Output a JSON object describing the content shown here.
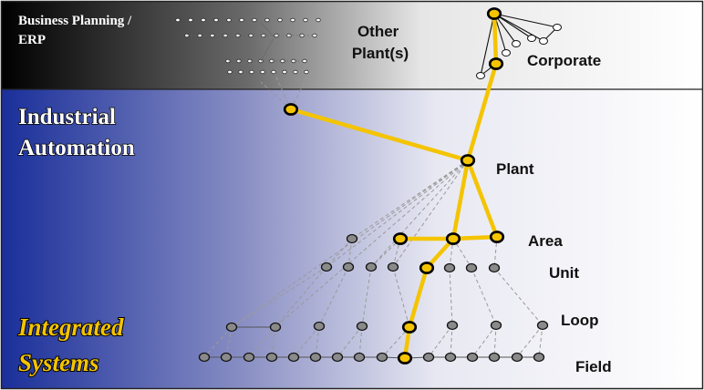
{
  "bands": {
    "top_label": "Business Planning / ERP",
    "top_label_lines": [
      "Business Planning /",
      "ERP"
    ],
    "middle_label_lines": [
      "Industrial",
      "Automation"
    ],
    "bottom_label_lines": [
      "Integrated",
      "Systems"
    ]
  },
  "labels": {
    "other_plants": [
      "Other",
      "Plant(s)"
    ],
    "corporate": "Corporate",
    "plant": "Plant",
    "area": "Area",
    "unit": "Unit",
    "loop": "Loop",
    "field": "Field"
  },
  "colors": {
    "highlight_path": "#f4c400",
    "node_fill": "#8a8a8a",
    "node_outline": "#111111",
    "left_band_blue": "#1a2f9a",
    "top_band_black": "#000000",
    "dashed_link": "#9a9a9a"
  }
}
